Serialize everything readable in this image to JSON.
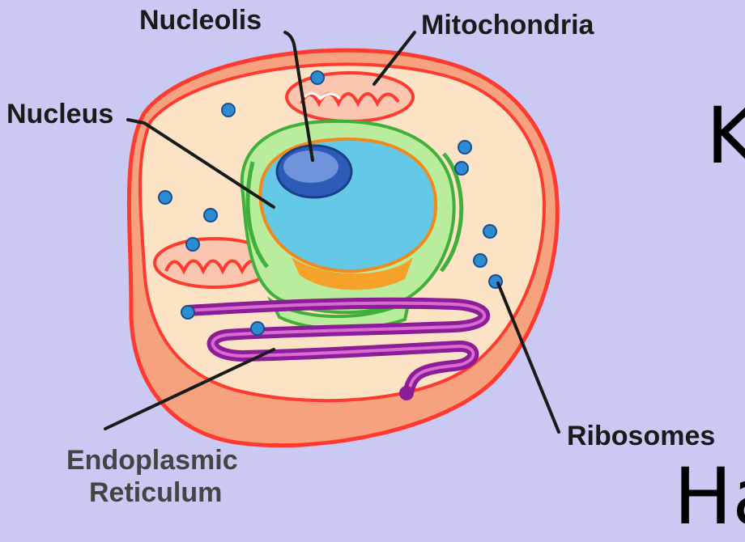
{
  "colors": {
    "background": "#c9c9f3",
    "cell_membrane": "#ff3a2f",
    "cytoplasm": "#fde3c6",
    "nucleus": "#63c9e6",
    "nucleolus": "#2c5cb8",
    "er_green": "#5dcf4b",
    "endoplasmic_reticulum": "#8b1e96",
    "ribosome": "#2c8bd1"
  },
  "labels": {
    "nucleolis": "Nucleolis",
    "mitochondria": "Mitochondria",
    "nucleus": "Nucleus",
    "ribosomes": "Ribosomes",
    "er_line1": "Endoplasmic",
    "er_line2": "Reticulum"
  },
  "slide_text": {
    "partial_heading_1": "K",
    "partial_heading_2": "Ha"
  }
}
